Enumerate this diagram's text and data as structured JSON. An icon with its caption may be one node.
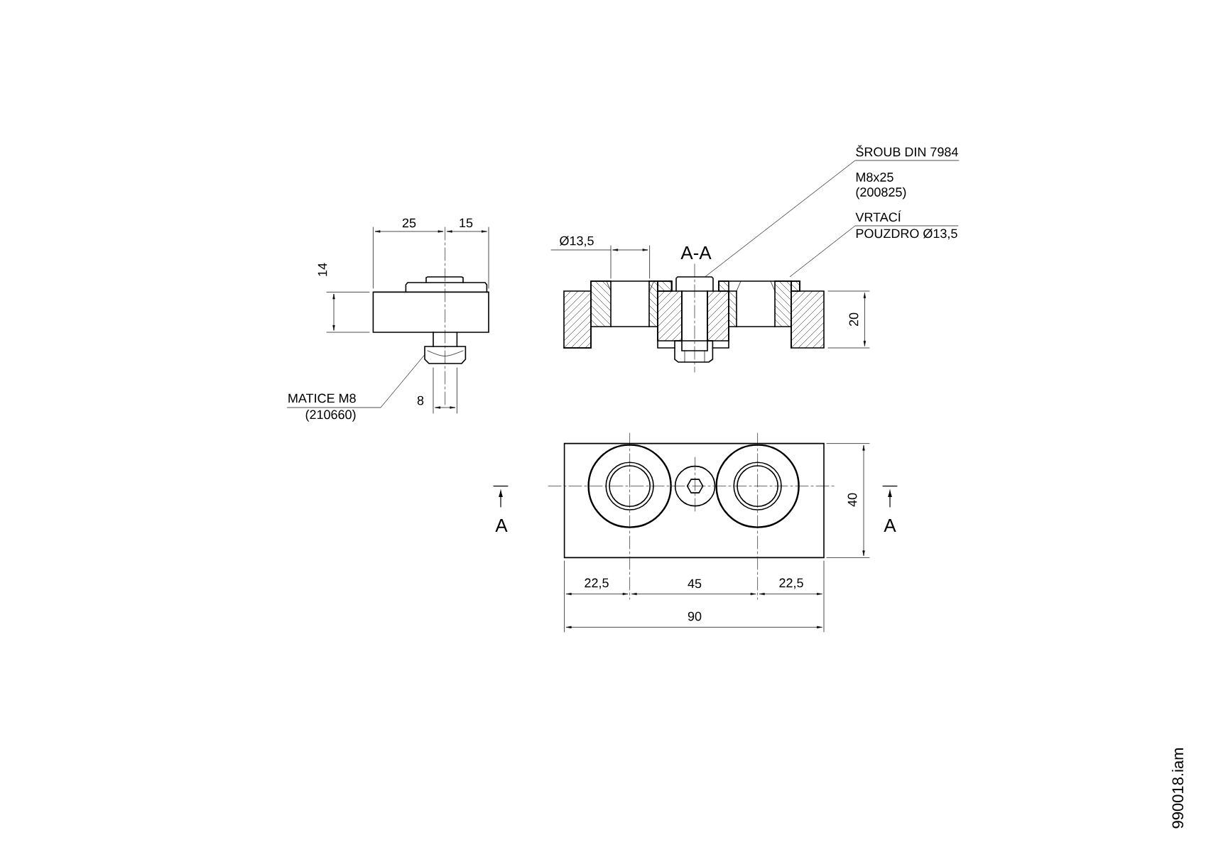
{
  "diagram": {
    "nodes": [
      {
        "text": [
          "ŠROUB DIN 7984",
          "M8x25 (200825)"
        ]
      },
      {
        "text": [],
        "shape": "picture"
      },
      {
        "text": [
          "VRTACÍ",
          "POUZDRO Ø13,5"
        ]
      },
      {
        "text": [
          "MATICE M8",
          "(210660)"
        ]
      },
      {
        "text": [],
        "shape": "picture"
      }
    ],
    "edges": [
      {
        "from": 0,
        "to": 1,
        "arrow": "none"
      },
      {
        "from": 2,
        "to": 1,
        "arrow": "none"
      },
      {
        "from": 3,
        "to": 4,
        "arrow": "none"
      }
    ],
    "labels": [
      "Ø13,5",
      "A-A",
      "25",
      "15",
      "14",
      "20",
      "8",
      "A",
      "40",
      "A",
      "22,5",
      "45",
      "22,5",
      "90",
      "990018.iam"
    ]
  }
}
